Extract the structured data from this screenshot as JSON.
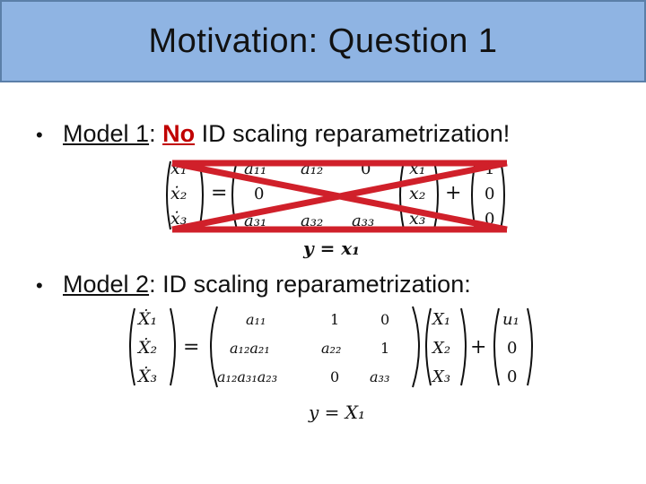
{
  "slide": {
    "title": "Motivation: Question 1",
    "bullet1": {
      "model": "Model 1",
      "colon": ":",
      "no": "No",
      "rest": "ID scaling reparametrization!"
    },
    "bullet2": {
      "model": "Model 2",
      "rest": ": ID scaling reparametrization:"
    },
    "output_eq1": "y = x₁",
    "output_eq2": "y = X₁"
  },
  "equation1": {
    "lhs": [
      "ẋ₁",
      "ẋ₂",
      "ẋ₃"
    ],
    "matrix": [
      [
        "a₁₁",
        "a₁₂",
        "0"
      ],
      [
        "0",
        "",
        ""
      ],
      [
        "a₃₁",
        "a₃₂",
        "a₃₃"
      ]
    ],
    "state": [
      "x₁",
      "x₂",
      "x₃"
    ],
    "input": [
      "1",
      "0",
      "0"
    ],
    "cross_color": "#d0202a"
  },
  "equation2": {
    "lhs": [
      "Ẋ₁",
      "Ẋ₂",
      "Ẋ₃"
    ],
    "matrix": [
      [
        "a₁₁",
        "1",
        "0"
      ],
      [
        "a₁₂a₂₁",
        "a₂₂",
        "1"
      ],
      [
        "a₁₂a₃₁a₂₃",
        "0",
        "a₃₃"
      ]
    ],
    "state": [
      "X₁",
      "X₂",
      "X₃"
    ],
    "input": [
      "u₁",
      "0",
      "0"
    ]
  }
}
